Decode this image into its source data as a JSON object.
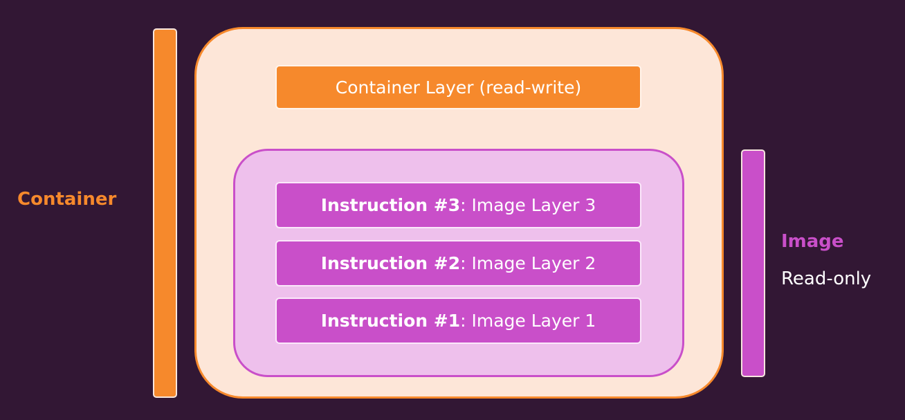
{
  "labels": {
    "container": "Container",
    "image": "Image",
    "read_only": "Read-only"
  },
  "container_layer": {
    "label": "Container Layer (read-write)"
  },
  "instructions": [
    {
      "prefix": "Instruction #3",
      "suffix": ": Image Layer 3"
    },
    {
      "prefix": "Instruction #2",
      "suffix": ": Image Layer 2"
    },
    {
      "prefix": "Instruction #1",
      "suffix": ": Image Layer 1"
    }
  ],
  "colors": {
    "background": "#321734",
    "container_orange": "#f6892c",
    "container_fill": "#fde6d8",
    "image_purple": "#c94fc9",
    "image_fill": "#eec0ec"
  }
}
